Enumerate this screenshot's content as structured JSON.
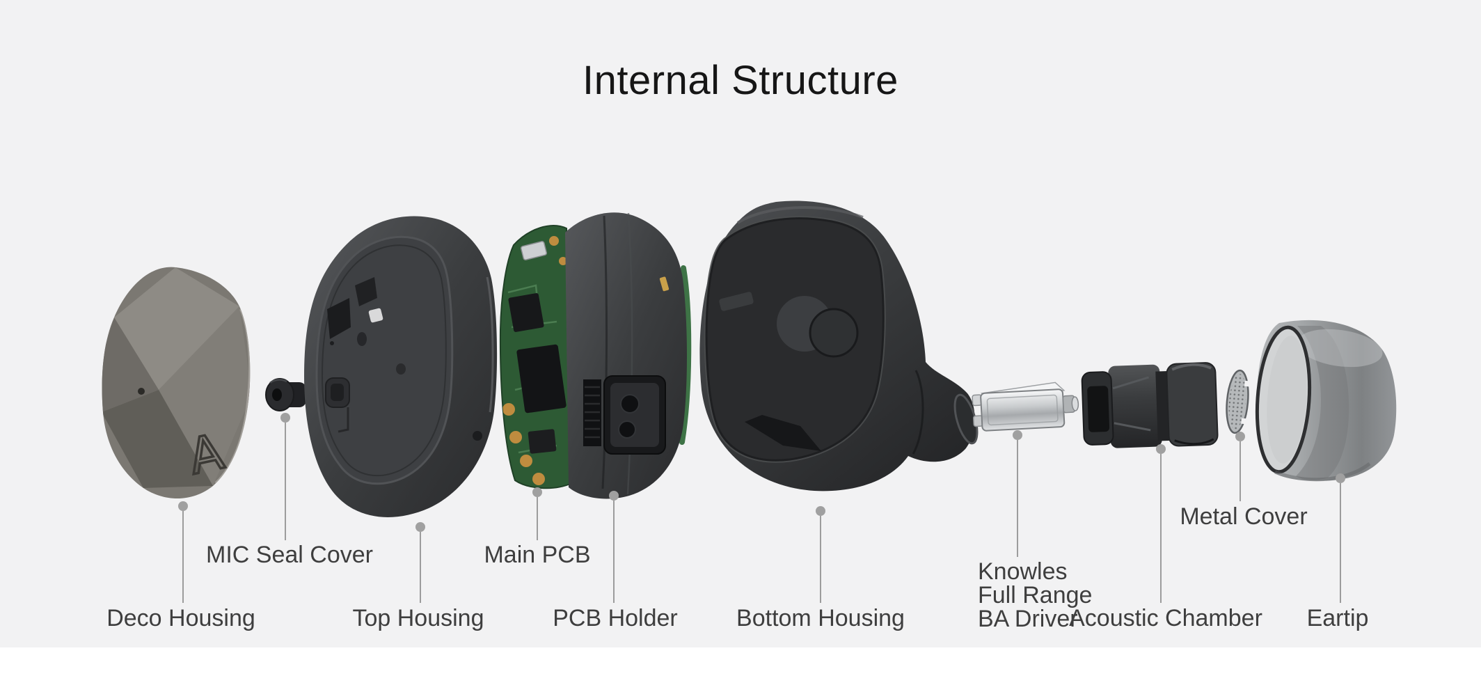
{
  "title": "Internal Structure",
  "deco_logo": "A",
  "colors": {
    "background": "#f2f2f3",
    "label_text": "#3e3e3e",
    "title_text": "#161616",
    "leader_line": "#9c9c9c",
    "leader_dot": "#a0a0a0",
    "pcb_green": "#2d5a34",
    "chrome": "#d9dbdd",
    "shell_dark": "#313234"
  },
  "parts": [
    {
      "id": "deco-housing",
      "label": "Deco Housing"
    },
    {
      "id": "mic-seal-cover",
      "label": "MIC Seal Cover"
    },
    {
      "id": "top-housing",
      "label": "Top Housing"
    },
    {
      "id": "main-pcb",
      "label": "Main PCB"
    },
    {
      "id": "pcb-holder",
      "label": "PCB Holder"
    },
    {
      "id": "bottom-housing",
      "label": "Bottom Housing"
    },
    {
      "id": "knowles-ba-driver",
      "label": "Knowles\nFull Range\nBA Driver"
    },
    {
      "id": "acoustic-chamber",
      "label": "Acoustic Chamber"
    },
    {
      "id": "metal-cover",
      "label": "Metal Cover"
    },
    {
      "id": "eartip",
      "label": "Eartip"
    }
  ]
}
